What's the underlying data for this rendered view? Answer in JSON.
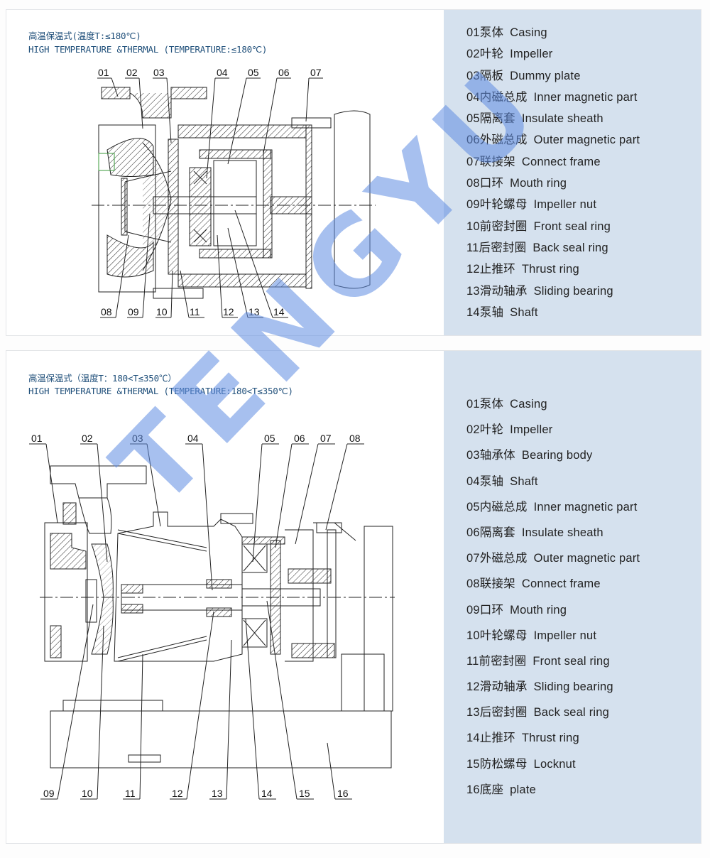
{
  "panels": [
    {
      "id": "top",
      "title_cn": "高温保温式(温度T:≤180℃)",
      "title_en": "HIGH TEMPERATURE &THERMAL  (TEMPERATURE:≤180℃)",
      "callouts_top": [
        "01",
        "02",
        "03",
        "04",
        "05",
        "06",
        "07"
      ],
      "callouts_bottom": [
        "08",
        "09",
        "10",
        "11",
        "12",
        "13",
        "14"
      ],
      "legend": [
        {
          "num": "01",
          "cn": "泵体",
          "en": "Casing"
        },
        {
          "num": "02",
          "cn": "叶轮",
          "en": "Impeller"
        },
        {
          "num": "03",
          "cn": "隔板",
          "en": "Dummy plate"
        },
        {
          "num": "04",
          "cn": "内磁总成",
          "en": "Inner magnetic part"
        },
        {
          "num": "05",
          "cn": "隔离套",
          "en": "Insulate sheath"
        },
        {
          "num": "06",
          "cn": "外磁总成",
          "en": "Outer magnetic part"
        },
        {
          "num": "07",
          "cn": "联接架",
          "en": "Connect frame"
        },
        {
          "num": "08",
          "cn": "口环",
          "en": "Mouth ring"
        },
        {
          "num": "09",
          "cn": "叶轮螺母",
          "en": "Impeller nut"
        },
        {
          "num": "10",
          "cn": "前密封圈",
          "en": "Front seal ring"
        },
        {
          "num": "11",
          "cn": "后密封圈",
          "en": "Back seal ring"
        },
        {
          "num": "12",
          "cn": "止推环",
          "en": "Thrust ring"
        },
        {
          "num": "13",
          "cn": "滑动轴承",
          "en": "Sliding bearing"
        },
        {
          "num": "14",
          "cn": "泵轴",
          "en": "Shaft"
        }
      ]
    },
    {
      "id": "bottom",
      "title_cn": "高温保温式（温度T：180<T≤350℃）",
      "title_en": "HIGH TEMPERATURE &THERMAL  (TEMPERATURE:180<T≤350℃)",
      "callouts_top": [
        "01",
        "02",
        "03",
        "04",
        "05",
        "06",
        "07",
        "08"
      ],
      "callouts_bottom": [
        "09",
        "10",
        "11",
        "12",
        "13",
        "14",
        "15",
        "16"
      ],
      "legend": [
        {
          "num": "01",
          "cn": "泵体",
          "en": "Casing"
        },
        {
          "num": "02",
          "cn": "叶轮",
          "en": "Impeller"
        },
        {
          "num": "03",
          "cn": "轴承体",
          "en": "Bearing body"
        },
        {
          "num": "04",
          "cn": "泵轴",
          "en": "Shaft"
        },
        {
          "num": "05",
          "cn": "内磁总成",
          "en": "Inner magnetic part"
        },
        {
          "num": "06",
          "cn": "隔离套",
          "en": "Insulate sheath"
        },
        {
          "num": "07",
          "cn": "外磁总成",
          "en": "Outer magnetic part"
        },
        {
          "num": "08",
          "cn": "联接架",
          "en": "Connect frame"
        },
        {
          "num": "09",
          "cn": "口环",
          "en": "Mouth ring"
        },
        {
          "num": "10",
          "cn": "叶轮螺母",
          "en": "Impeller nut"
        },
        {
          "num": "11",
          "cn": "前密封圈",
          "en": "Front seal ring"
        },
        {
          "num": "12",
          "cn": "滑动轴承",
          "en": "Sliding bearing"
        },
        {
          "num": "13",
          "cn": "后密封圈",
          "en": "Back seal ring"
        },
        {
          "num": "14",
          "cn": "止推环",
          "en": "Thrust ring"
        },
        {
          "num": "15",
          "cn": "防松螺母",
          "en": "Locknut"
        },
        {
          "num": "16",
          "cn": "底座",
          "en": "plate"
        }
      ]
    }
  ],
  "watermark": "TENGYU",
  "colors": {
    "title_text": "#1f4f7a",
    "legend_bg": "#d5e1ee",
    "legend_text": "#222222",
    "watermark": "#5f8ce1",
    "panel_border": "#e3e5e8"
  }
}
